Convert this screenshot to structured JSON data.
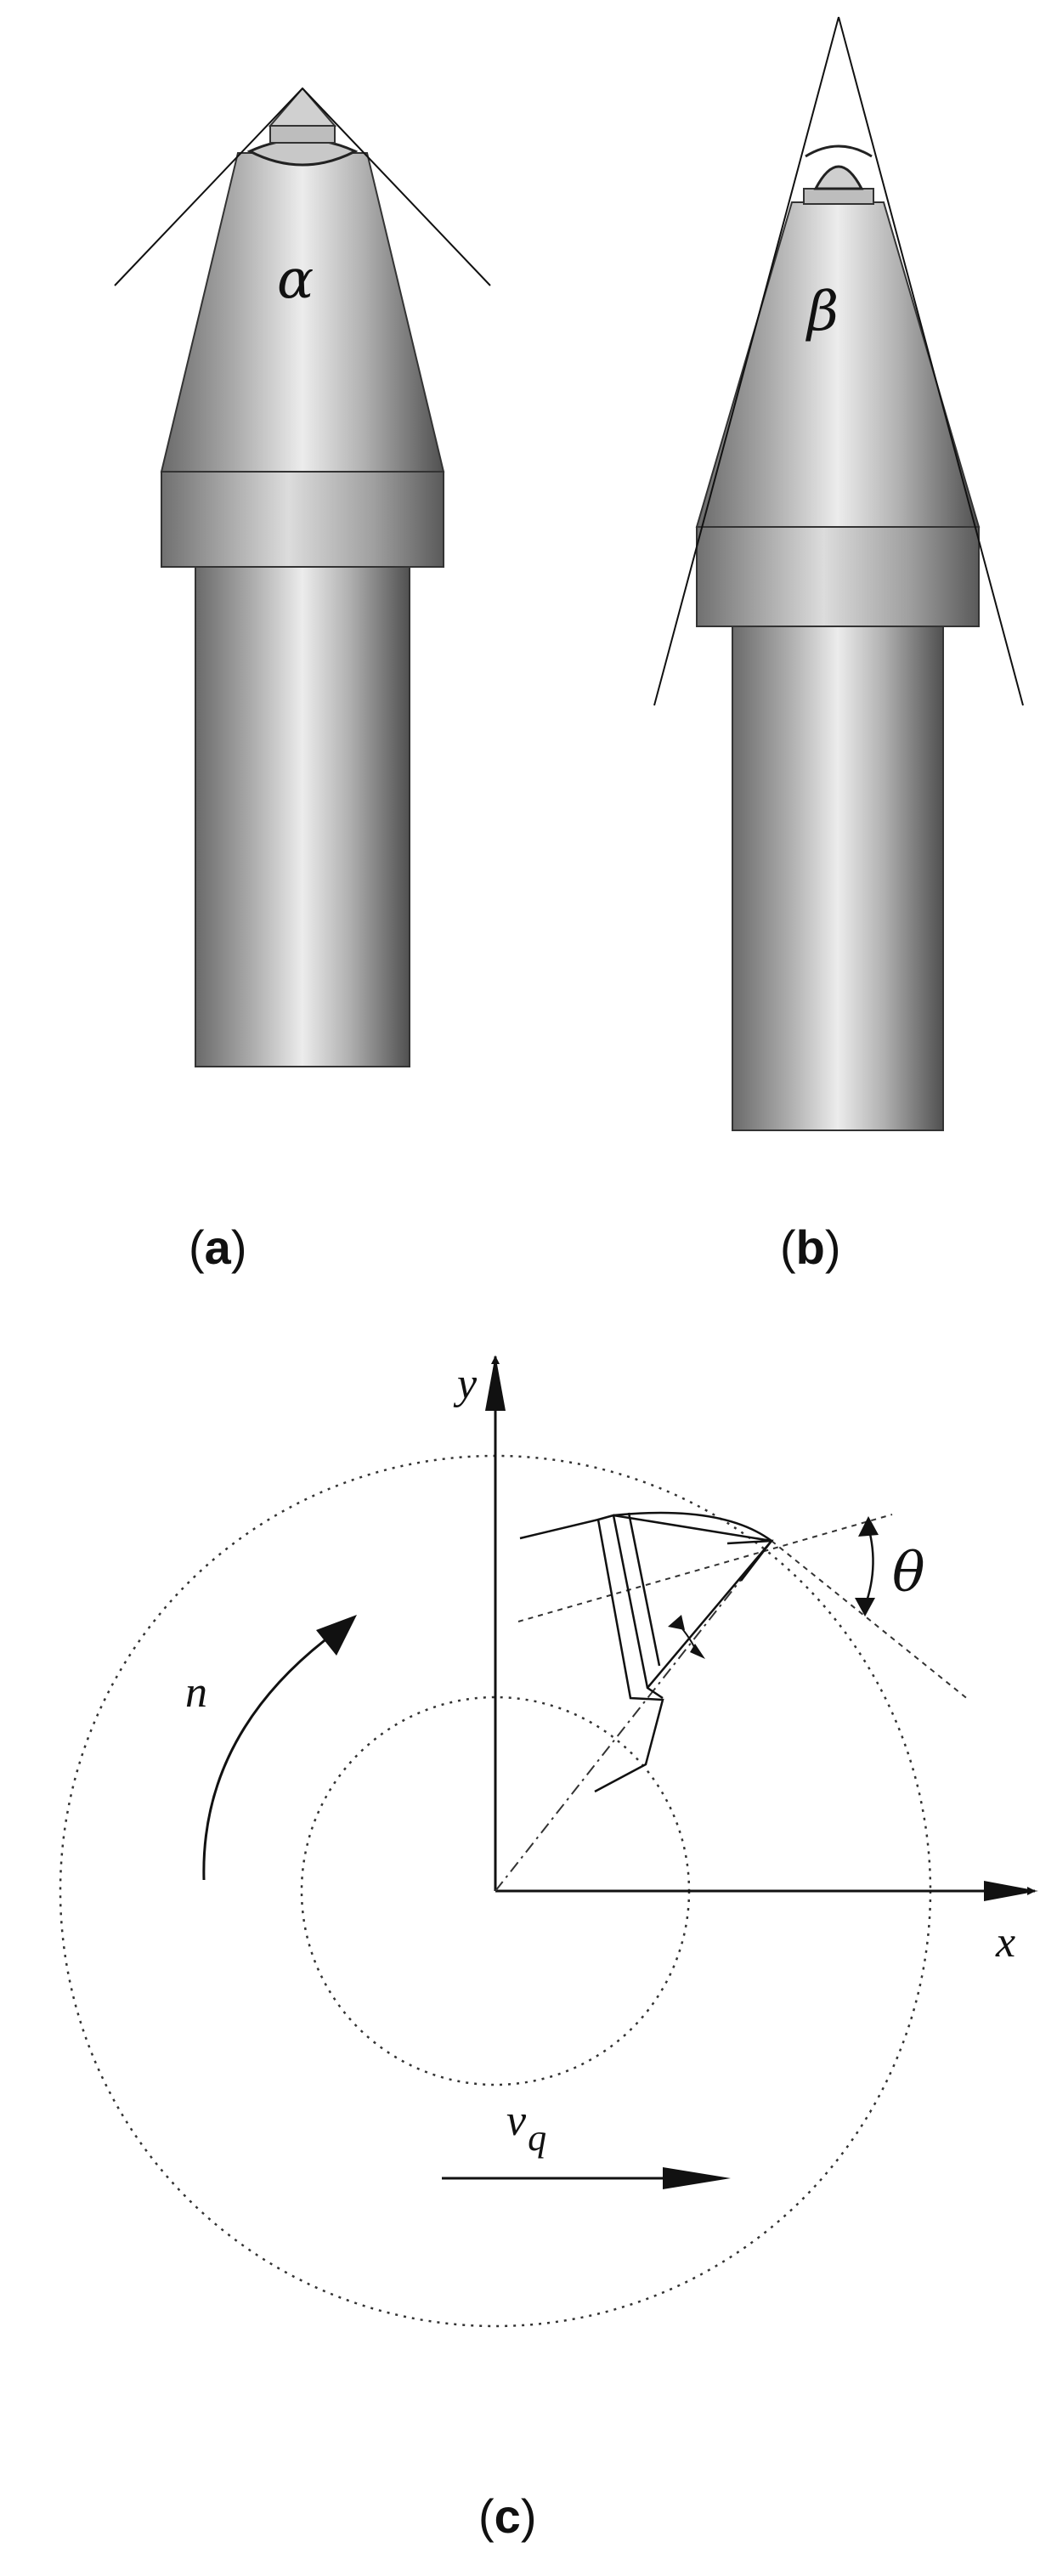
{
  "panels": {
    "a": {
      "label_open": "(",
      "label_letter": "a",
      "label_close": ")",
      "angle_symbol": "α"
    },
    "b": {
      "label_open": "(",
      "label_letter": "b",
      "label_close": ")",
      "angle_symbol": "β"
    },
    "c": {
      "label_open": "(",
      "label_letter": "c",
      "label_close": ")",
      "x_axis": "x",
      "y_axis": "y",
      "rotation": "n",
      "angle": "θ",
      "velocity": "v",
      "velocity_sub": "q"
    }
  },
  "colors": {
    "line": "#111111",
    "metal_dark": "#4a4a4a",
    "metal_light": "#e6e6e6"
  }
}
